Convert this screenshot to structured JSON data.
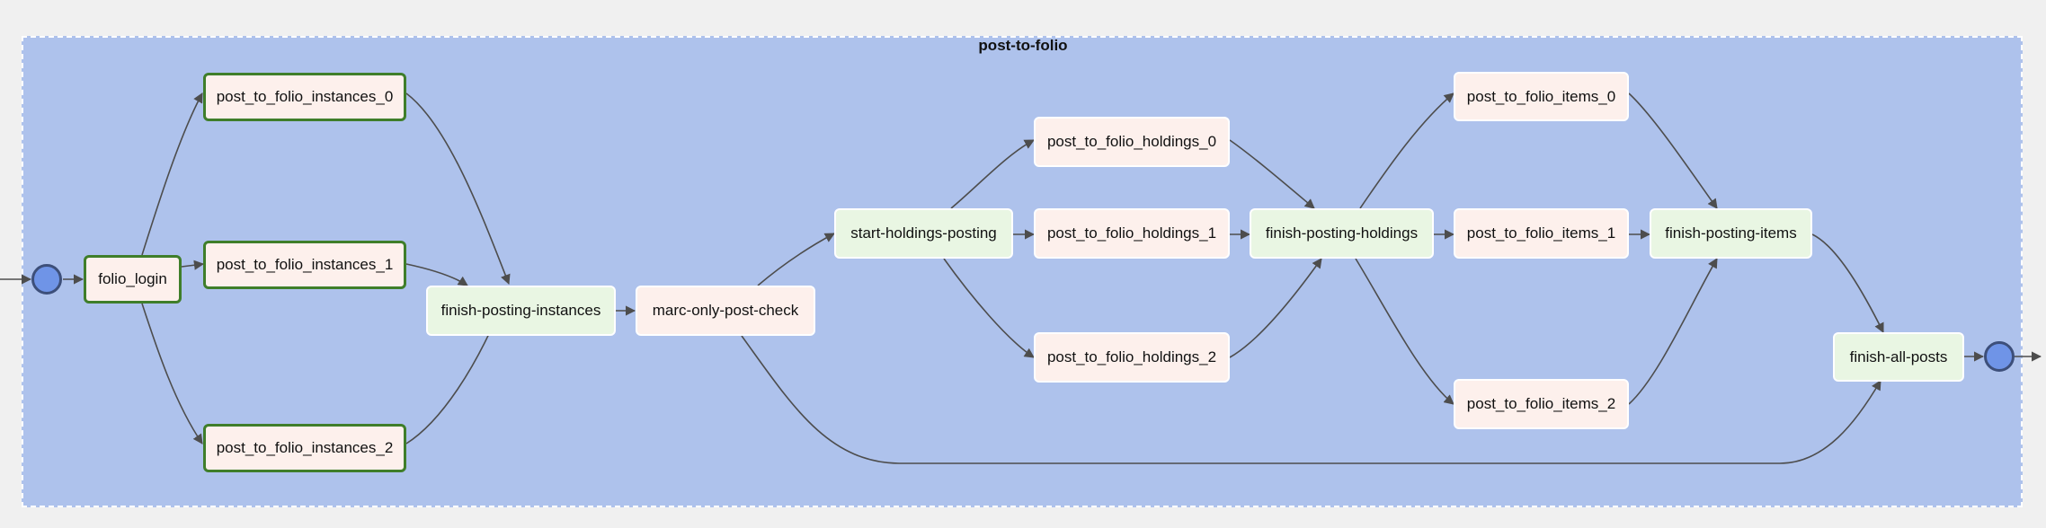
{
  "graph": {
    "group_label": "post-to-folio",
    "colors": {
      "group_fill": "#aec2ec",
      "success_border": "#3f7e2a",
      "task_fill": "#fdf0ec",
      "join_fill": "#e9f6e3",
      "terminal_fill": "#6f94e7"
    },
    "tasks": [
      {
        "id": "folio_login",
        "label": "folio_login",
        "state": "success"
      },
      {
        "id": "inst0",
        "label": "post_to_folio_instances_0",
        "state": "success"
      },
      {
        "id": "inst1",
        "label": "post_to_folio_instances_1",
        "state": "success"
      },
      {
        "id": "inst2",
        "label": "post_to_folio_instances_2",
        "state": "success"
      },
      {
        "id": "fin_inst",
        "label": "finish-posting-instances",
        "state": "join"
      },
      {
        "id": "marc",
        "label": "marc-only-post-check",
        "state": "pending"
      },
      {
        "id": "start_hold",
        "label": "start-holdings-posting",
        "state": "join"
      },
      {
        "id": "hold0",
        "label": "post_to_folio_holdings_0",
        "state": "pending"
      },
      {
        "id": "hold1",
        "label": "post_to_folio_holdings_1",
        "state": "pending"
      },
      {
        "id": "hold2",
        "label": "post_to_folio_holdings_2",
        "state": "pending"
      },
      {
        "id": "fin_hold",
        "label": "finish-posting-holdings",
        "state": "join"
      },
      {
        "id": "item0",
        "label": "post_to_folio_items_0",
        "state": "pending"
      },
      {
        "id": "item1",
        "label": "post_to_folio_items_1",
        "state": "pending"
      },
      {
        "id": "item2",
        "label": "post_to_folio_items_2",
        "state": "pending"
      },
      {
        "id": "fin_items",
        "label": "finish-posting-items",
        "state": "join"
      },
      {
        "id": "fin_all",
        "label": "finish-all-posts",
        "state": "join"
      }
    ]
  }
}
